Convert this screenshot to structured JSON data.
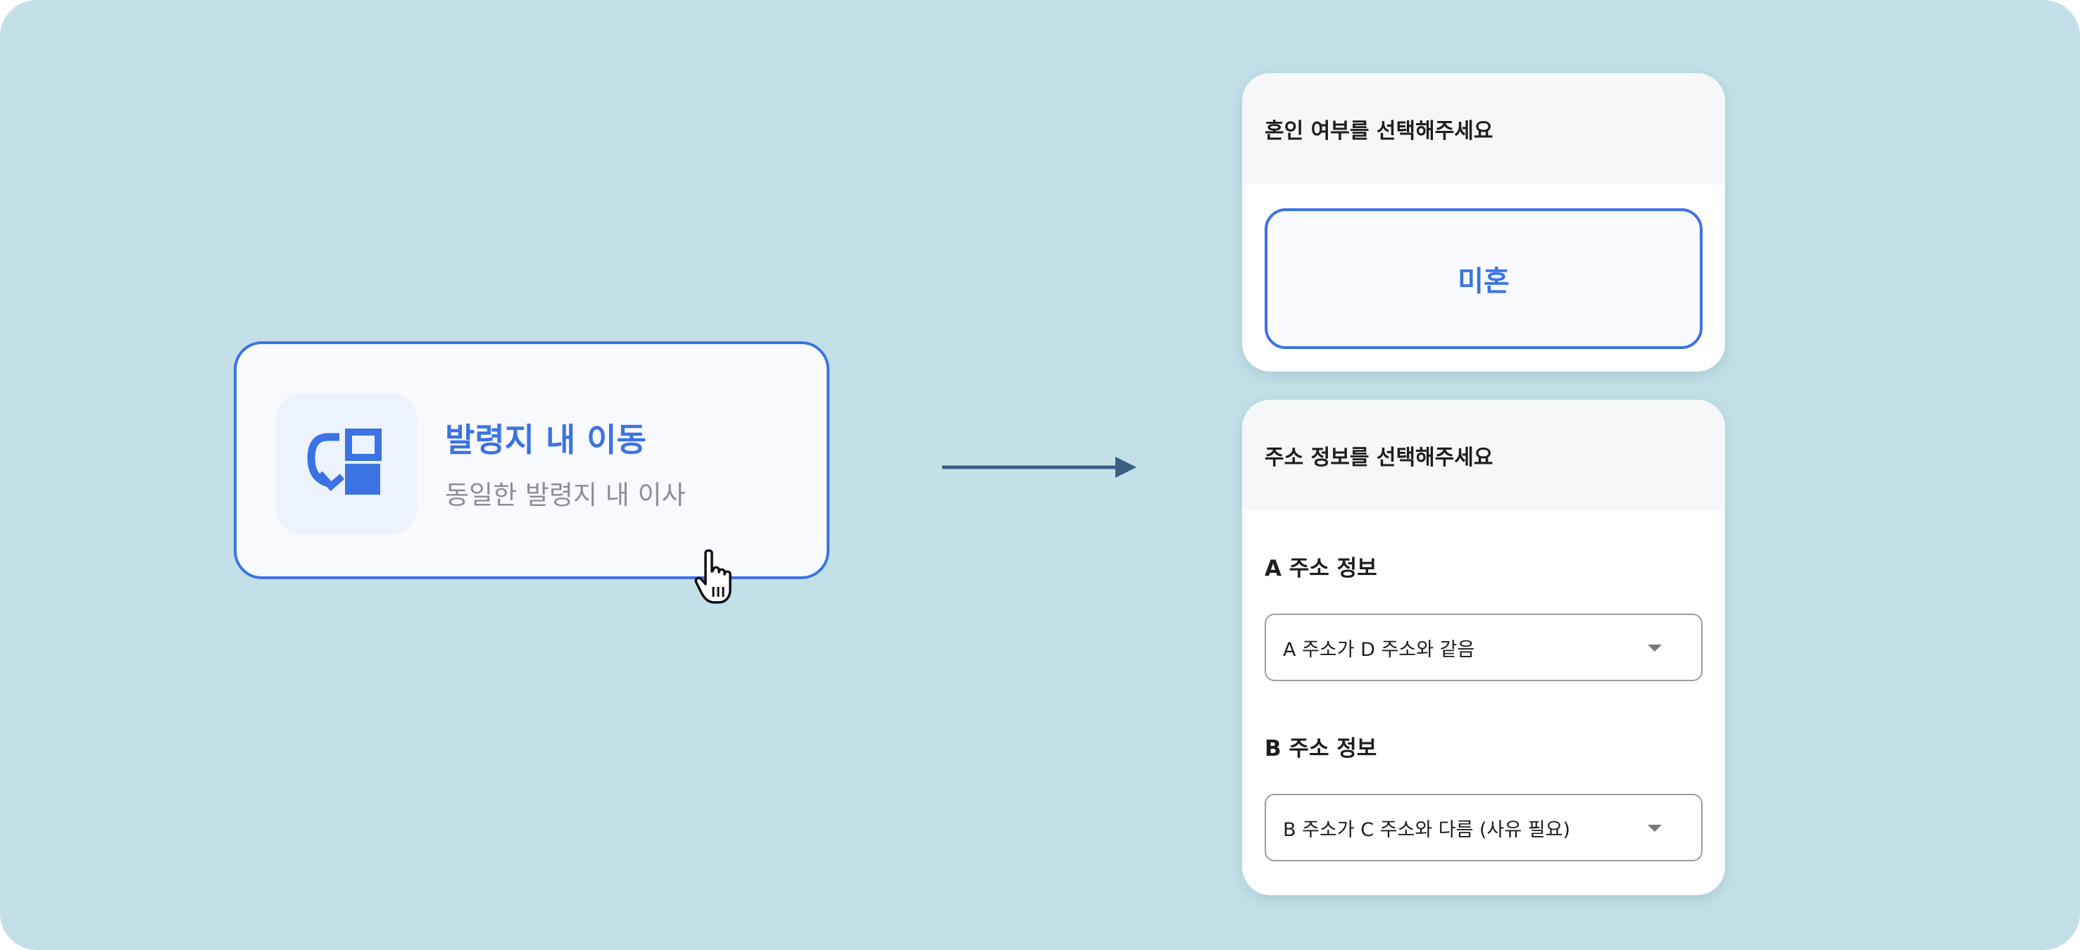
{
  "option_card": {
    "title": "발령지 내 이동",
    "subtitle": "동일한 발령지 내 이사",
    "icon": "move-within-location-icon",
    "selected": true
  },
  "marital_panel": {
    "header": "혼인 여부를 선택해주세요",
    "choice_label": "미혼"
  },
  "address_panel": {
    "header": "주소 정보를 선택해주세요",
    "fields": [
      {
        "label": "A 주소 정보",
        "value": "A 주소가 D 주소와 같음"
      },
      {
        "label": "B 주소 정보",
        "value": "B 주소가 C 주소와 다름 (사유 필요)"
      }
    ]
  },
  "colors": {
    "background": "#c3e0e8",
    "accent": "#3c73e3",
    "arrow": "#3a5f85"
  }
}
